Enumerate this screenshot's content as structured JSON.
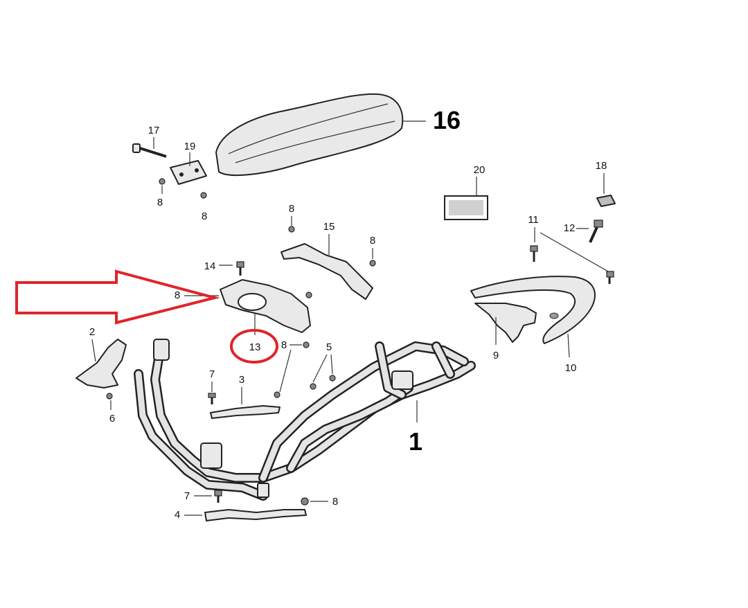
{
  "callouts": {
    "c1": "1",
    "c2": "2",
    "c3": "3",
    "c4": "4",
    "c5": "5",
    "c6": "6",
    "c7a": "7",
    "c7b": "7",
    "c8a": "8",
    "c8b": "8",
    "c8c": "8",
    "c8d": "8",
    "c8e": "8",
    "c8f": "8",
    "c8g": "8",
    "c9": "9",
    "c10": "10",
    "c11": "11",
    "c12": "12",
    "c13": "13",
    "c14": "14",
    "c15": "15",
    "c16": "16",
    "c17": "17",
    "c18": "18",
    "c19": "19",
    "c20": "20"
  },
  "colors": {
    "highlight": "#e0242a",
    "line": "#222222",
    "part_fill": "#e9e9e9"
  }
}
